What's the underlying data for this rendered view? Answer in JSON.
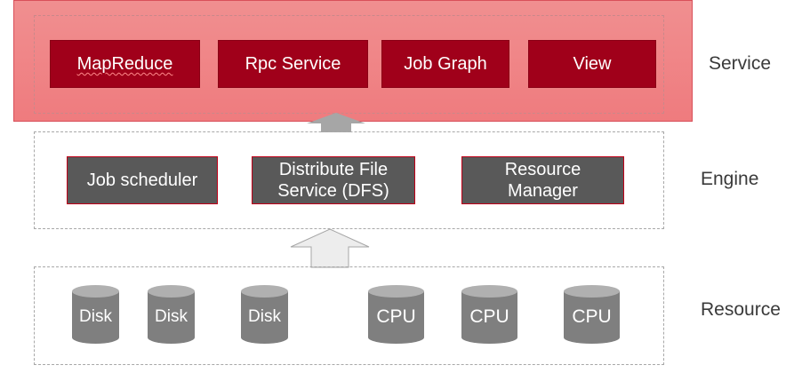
{
  "layers": {
    "service": {
      "label": "Service",
      "boxes": [
        "MapReduce",
        "Rpc Service",
        "Job Graph",
        "View"
      ]
    },
    "engine": {
      "label": "Engine",
      "boxes": [
        "Job scheduler",
        "Distribute File Service (DFS)",
        "Resource Manager"
      ]
    },
    "resource": {
      "label": "Resource",
      "items": [
        "Disk",
        "Disk",
        "Disk",
        "CPU",
        "CPU",
        "CPU"
      ]
    }
  },
  "colors": {
    "service_band": "#ef7b7e",
    "service_box": "#a0001a",
    "engine_box": "#595959",
    "engine_border": "#c00018",
    "cylinder": "#7f7f7f",
    "arrow_upper": "#a6a6a6",
    "arrow_lower": "#ededed"
  }
}
